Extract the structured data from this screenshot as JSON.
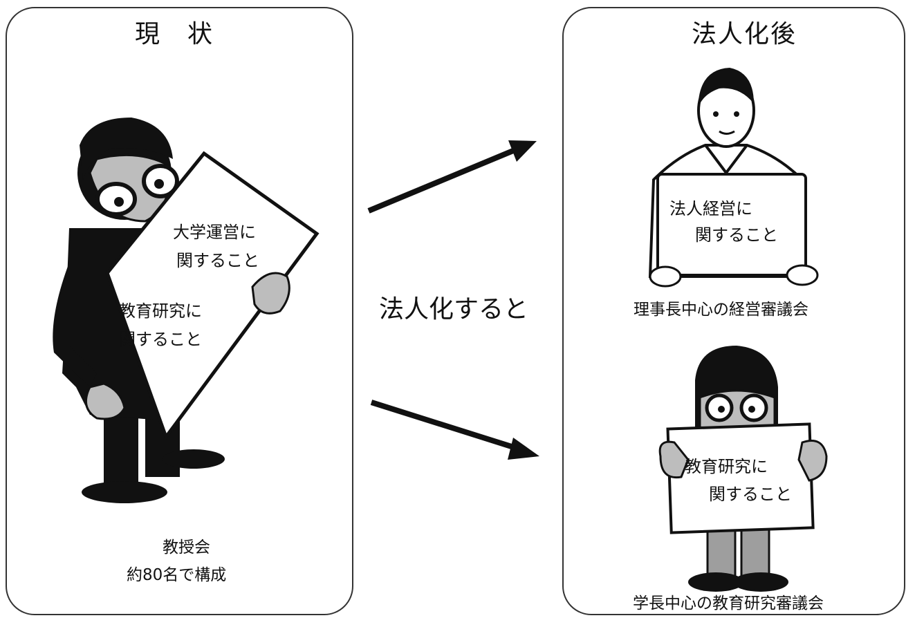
{
  "left": {
    "title": "現　状",
    "sign_line1": "大学運営に",
    "sign_line2": "関すること",
    "sign_line3": "教育研究に",
    "sign_line4": "関すること",
    "caption_line1": "教授会",
    "caption_line2": "約80名で構成"
  },
  "middle": {
    "label": "法人化すると"
  },
  "right": {
    "title": "法人化後",
    "top_sign_line1": "法人経営に",
    "top_sign_line2": "関すること",
    "top_caption": "理事長中心の経営審議会",
    "bottom_sign_line1": "教育研究に",
    "bottom_sign_line2": "関すること",
    "bottom_caption": "学長中心の教育研究審議会"
  }
}
